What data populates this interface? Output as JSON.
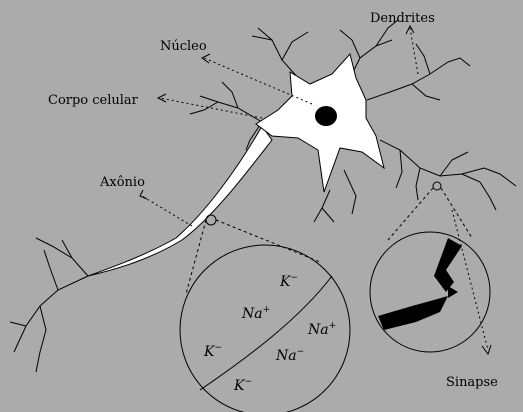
{
  "labels": {
    "nucleus": "Núcleo",
    "cell_body": "Corpo celular",
    "axon": "Axônio",
    "dendrites": "Dendrites",
    "synapse": "Sinapse"
  },
  "ions_left": [
    {
      "base": "K",
      "sign": "−"
    },
    {
      "base": "Na",
      "sign": "+"
    },
    {
      "base": "K",
      "sign": "−"
    }
  ],
  "ions_right": [
    {
      "base": "Na",
      "sign": "+"
    },
    {
      "base": "Na",
      "sign": "−"
    },
    {
      "base": "K",
      "sign": "−"
    }
  ],
  "colors": {
    "background": "#ababab",
    "cell": "#ffffff",
    "ink": "#000000"
  }
}
